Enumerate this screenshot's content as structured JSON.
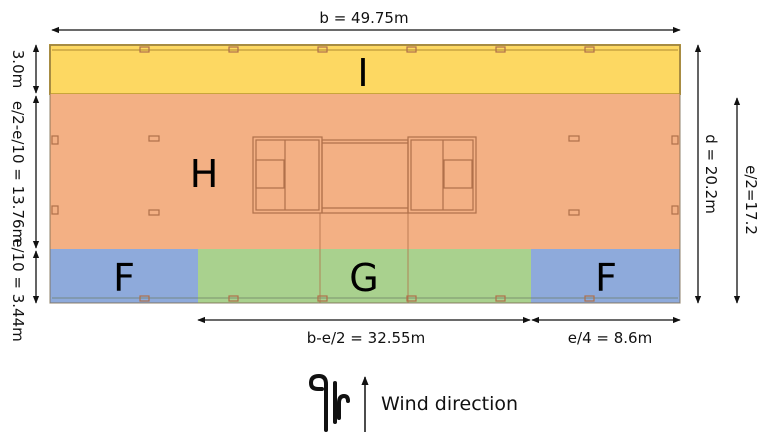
{
  "zones": {
    "I": {
      "label": "I",
      "color": "#fdd862"
    },
    "H": {
      "label": "H",
      "color": "#f3b084"
    },
    "F_left": {
      "label": "F",
      "color": "#8eaadb"
    },
    "G": {
      "label": "G",
      "color": "#a9d18e"
    },
    "F_right": {
      "label": "F",
      "color": "#8eaadb"
    }
  },
  "dimensions": {
    "b": "b = 49.75m",
    "zone_i_depth": "3.0m",
    "zone_h_depth": "e/2-e/10 = 13.76m",
    "zone_fg_depth": "e/10 = 3.44m",
    "d": "d = 20.2m",
    "e_half": "e/2=17.2",
    "g_width": "b-e/2 = 32.55m",
    "f_width": "e/4 = 8.6m"
  },
  "legend": {
    "icon": "wind-icon",
    "label": "Wind direction"
  }
}
